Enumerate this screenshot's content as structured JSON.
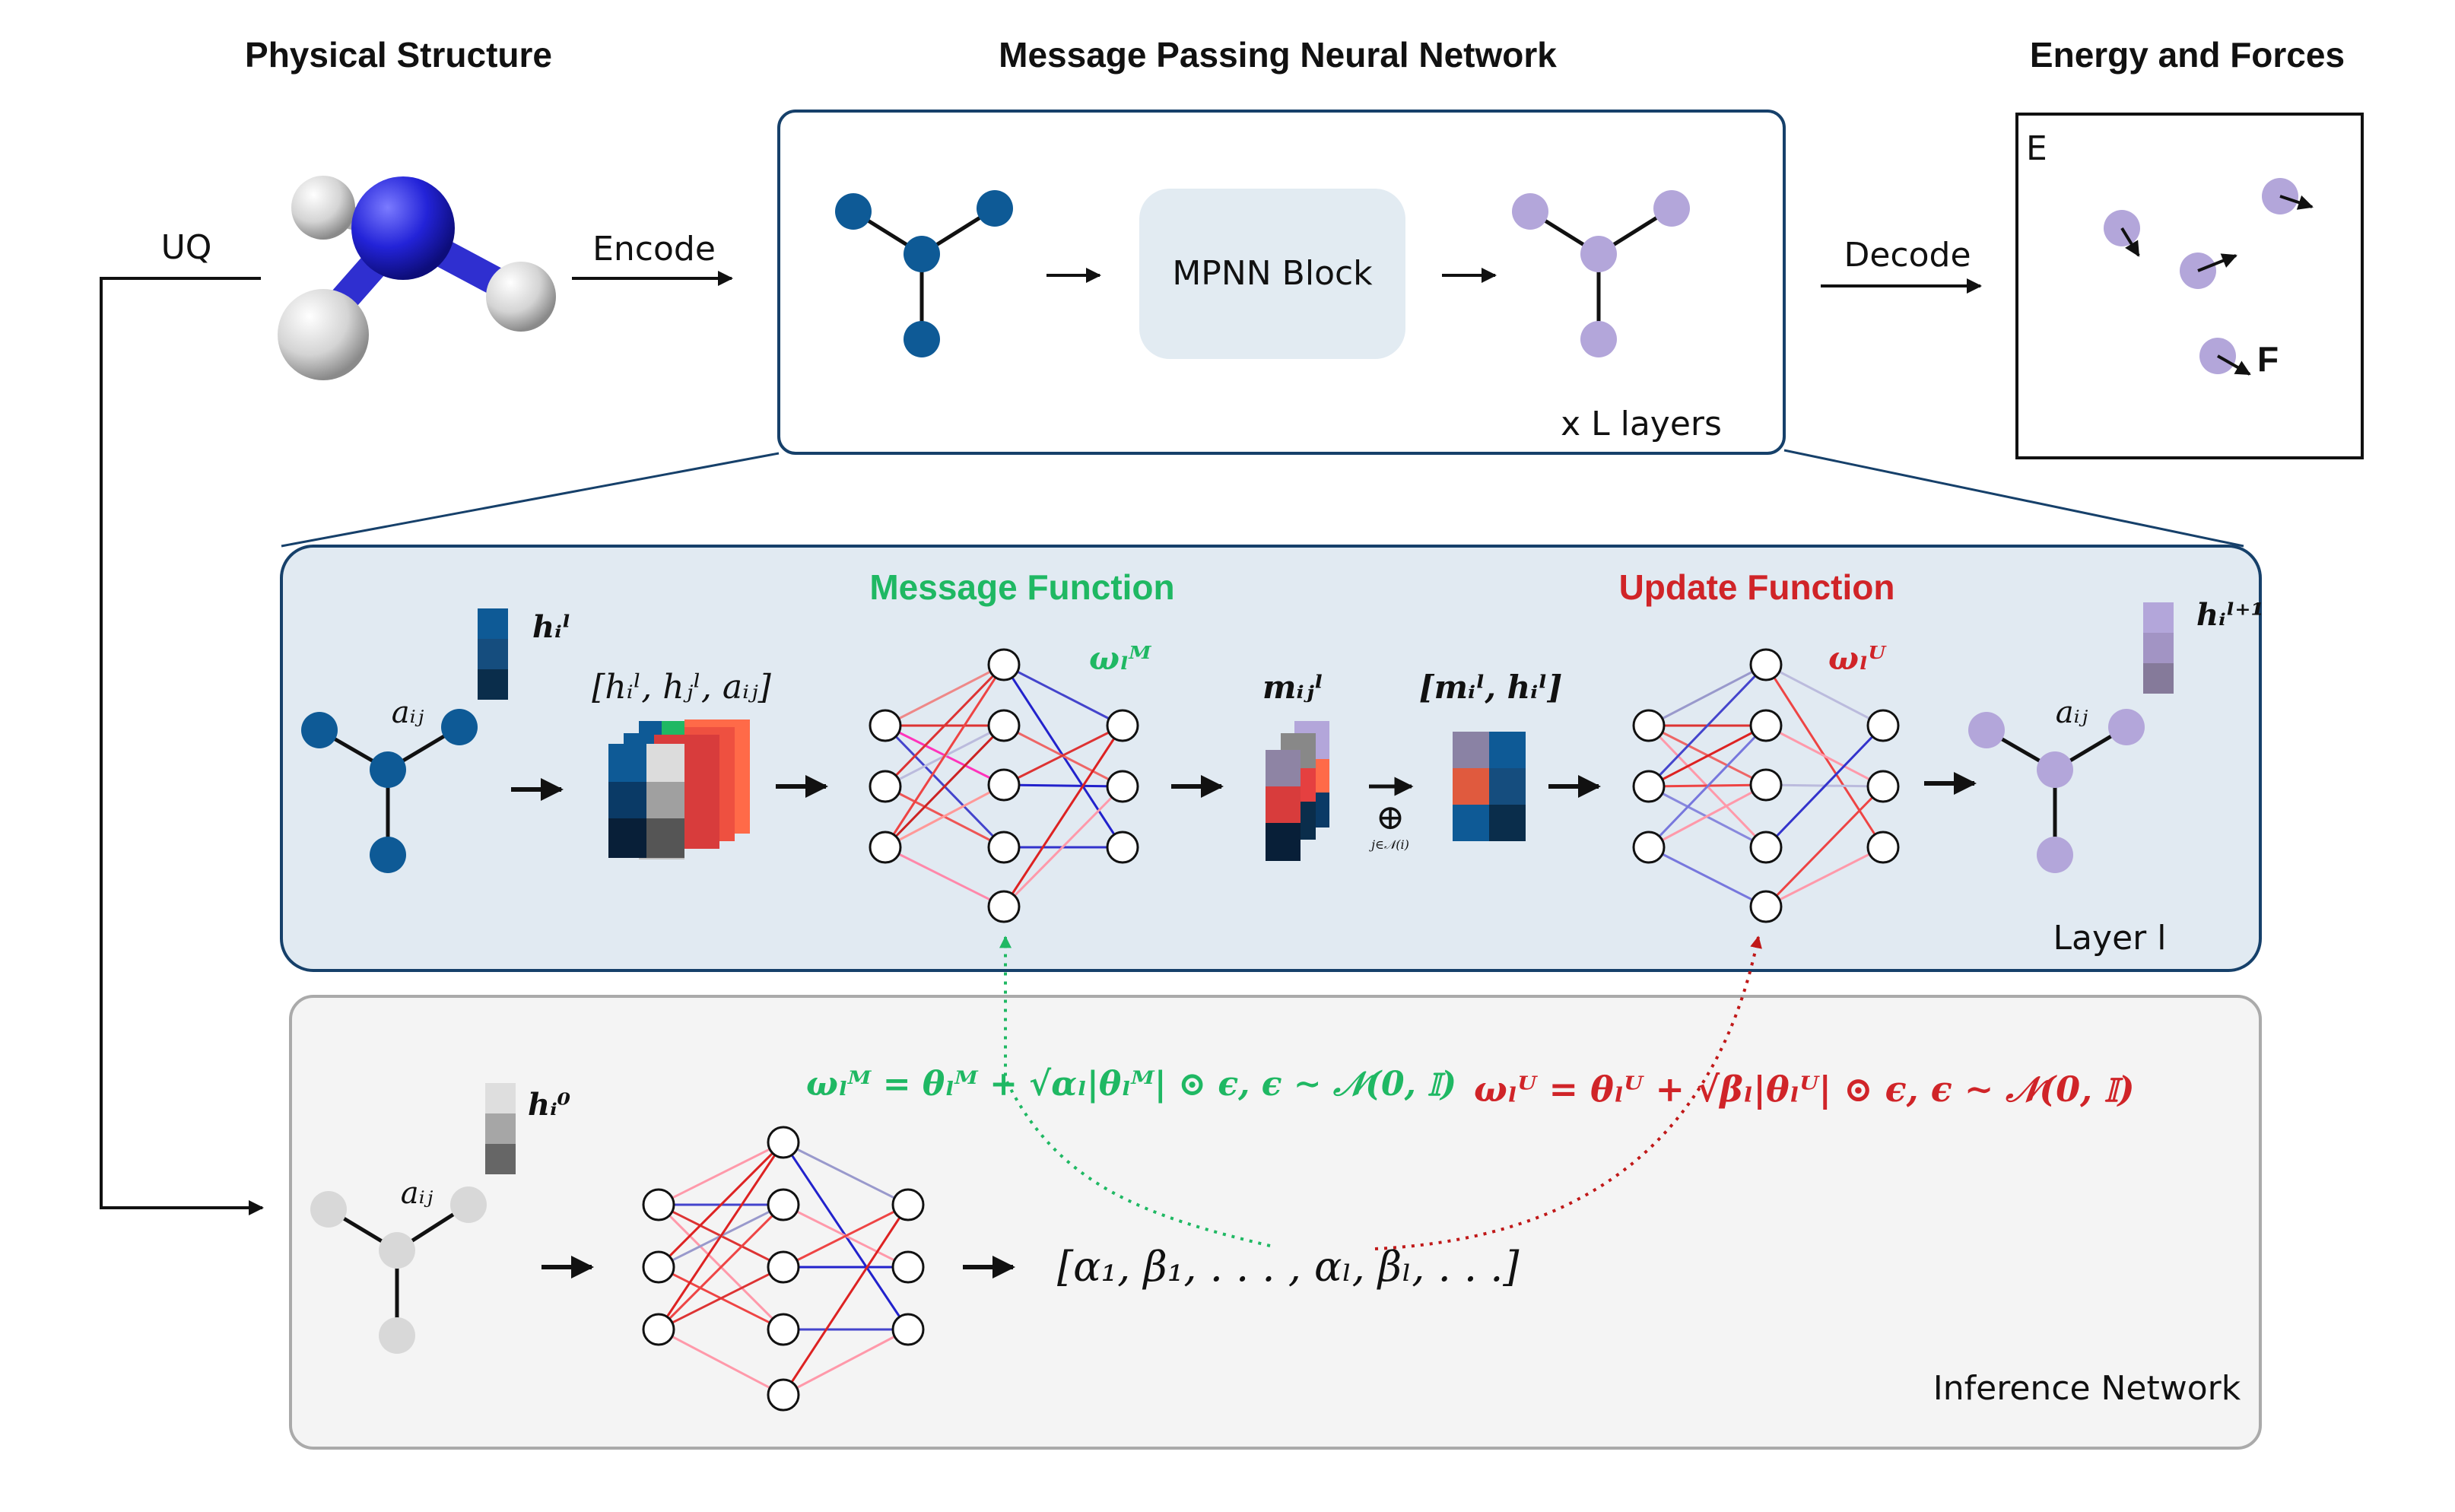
{
  "headers": {
    "physical": "Physical Structure",
    "mpnn": "Message Passing Neural Network",
    "energy": "Energy and Forces"
  },
  "labels": {
    "uq": "UQ",
    "encode": "Encode",
    "decode": "Decode",
    "mpnn_block": "MPNN Block",
    "layers": "x L layers",
    "energy": "E",
    "force": "F",
    "message_function": "Message Function",
    "update_function": "Update Function",
    "layer": "Layer l",
    "inference_network": "Inference Network",
    "aij": "aᵢⱼ",
    "h_i_l": "hᵢˡ",
    "h_i_l1": "hᵢˡ⁺¹",
    "h_i_0": "hᵢ⁰",
    "concat": "[hᵢˡ, hⱼˡ, aᵢⱼ]",
    "omega_M": "ωₗᴹ",
    "omega_U": "ωₗᵁ",
    "m_ij": "mᵢⱼˡ",
    "oplus": "⊕",
    "oplus_sub": "j∈𝒩(i)",
    "m_h_concat": "[mᵢˡ, hᵢˡ]",
    "formula_M": "ωₗᴹ = θₗᴹ + √αₗ|θₗᴹ| ⊙ ϵ,  ϵ ∼ 𝒩(0, 𝕀)",
    "formula_U": "ωₗᵁ = θₗᵁ + √βₗ|θₗᵁ| ⊙ ϵ,  ϵ ∼ 𝒩(0, 𝕀)",
    "param_list": "[α₁, β₁, . . . , αₗ, βₗ, . . .]"
  },
  "colors": {
    "node_blue": "#0e5a96",
    "node_purple": "#b3a6da",
    "node_gray": "#d8d8d8",
    "message_green": "#1fb863",
    "update_red": "#d02428",
    "layer_box_fill": "#e1eaf2",
    "frame_blue": "#16406a"
  }
}
